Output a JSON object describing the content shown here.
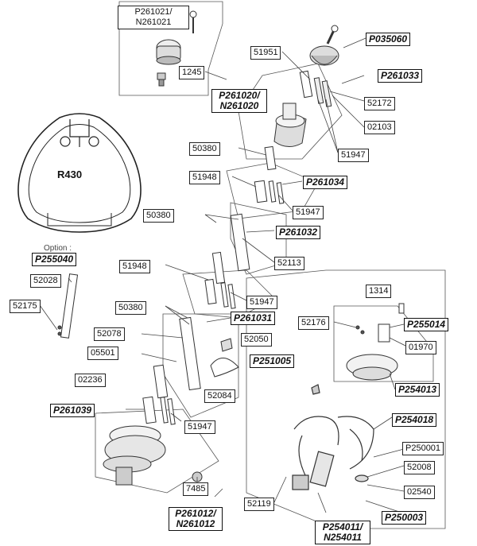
{
  "profile_label": "R430",
  "option_label": "Option :",
  "parts": {
    "p261021": "P261021/\nN261021",
    "p1245": "1245",
    "p51951": "51951",
    "p035060": "P035060",
    "p261033": "P261033",
    "p261020": "P261020/\nN261020",
    "p52172": "52172",
    "p02103": "02103",
    "p50380a": "50380",
    "p51947a": "51947",
    "p51948a": "51948",
    "p261034": "P261034",
    "p51947b": "51947",
    "p50380b": "50380",
    "p261032": "P261032",
    "p52113": "52113",
    "p255040": "P255040",
    "p52028": "52028",
    "p52175": "52175",
    "p51948b": "51948",
    "p51947c": "51947",
    "p50380c": "50380",
    "p261031": "P261031",
    "p1314": "1314",
    "p52176": "52176",
    "p255014": "P255014",
    "p52078": "52078",
    "p52050": "52050",
    "p01970": "01970",
    "p05501": "05501",
    "p251005": "P251005",
    "p02236": "02236",
    "p254013": "P254013",
    "p52084": "52084",
    "p261039": "P261039",
    "p254018": "P254018",
    "p51947d": "51947",
    "p250001": "P250001",
    "p52008": "52008",
    "p7485": "7485",
    "p02540": "02540",
    "p52119": "52119",
    "p261012": "P261012/\nN261012",
    "p250003": "P250003",
    "p254011": "P254011/\nN254011"
  }
}
